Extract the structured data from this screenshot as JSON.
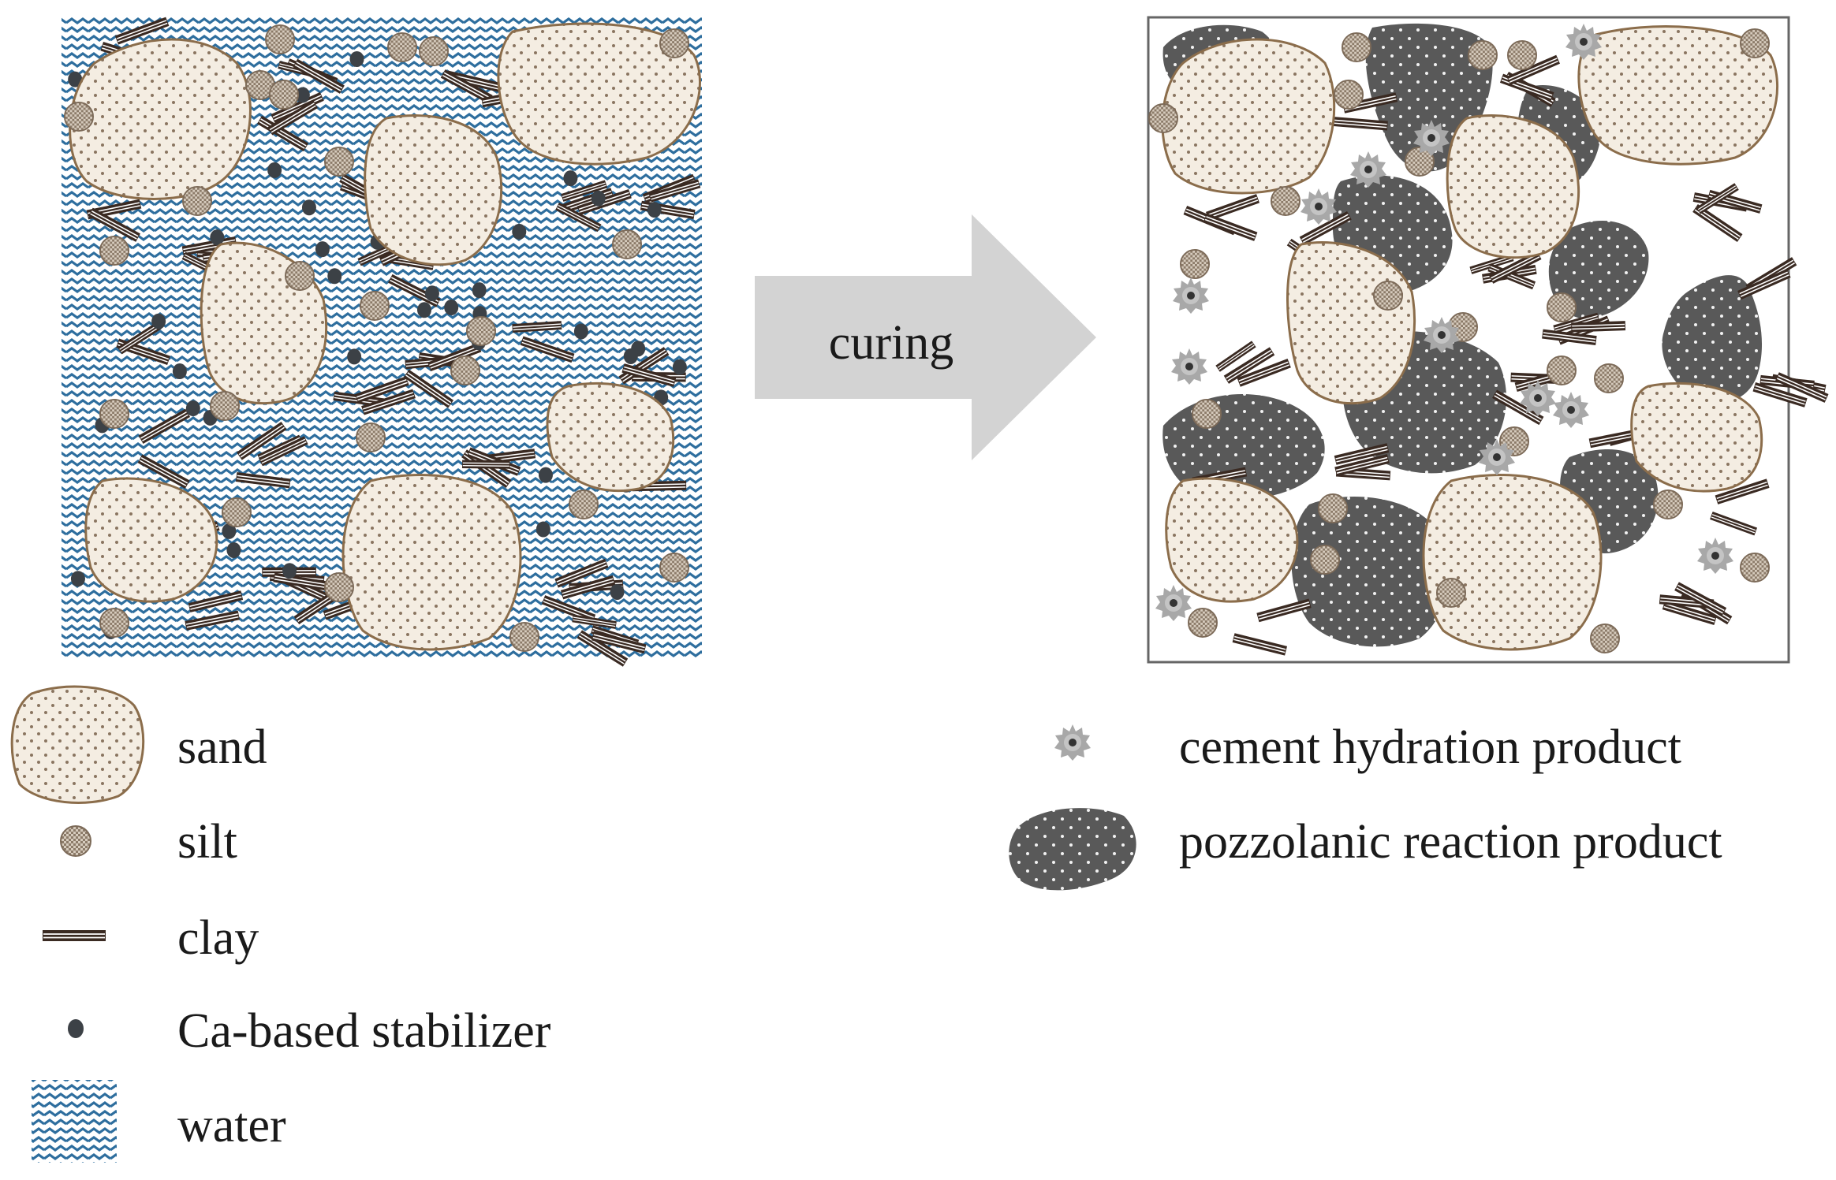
{
  "arrow": {
    "label": "curing"
  },
  "legend": {
    "left": [
      {
        "key": "sand",
        "label": "sand",
        "icon": "sand-grain-icon"
      },
      {
        "key": "silt",
        "label": "silt",
        "icon": "silt-particle-icon"
      },
      {
        "key": "clay",
        "label": "clay",
        "icon": "clay-platelet-icon"
      },
      {
        "key": "stabilizer",
        "label": "Ca-based stabilizer",
        "icon": "stabilizer-dot-icon"
      },
      {
        "key": "water",
        "label": "water",
        "icon": "water-wave-icon"
      }
    ],
    "right": [
      {
        "key": "cement",
        "label": "cement hydration product",
        "icon": "cement-hydration-icon"
      },
      {
        "key": "pozzolanic",
        "label": "pozzolanic reaction product",
        "icon": "pozzolanic-product-icon"
      }
    ]
  },
  "colors": {
    "sand_fill": "#f4ede2",
    "sand_outline": "#8b6d4b",
    "sand_dots": "#8a7560",
    "silt_fill": "#c8bdb0",
    "silt_outline": "#7c6a58",
    "clay_dark": "#3a2a22",
    "clay_light": "#ffffff",
    "stabilizer": "#3c4146",
    "water": "#2e6e9e",
    "cement_outer": "#a8a8a8",
    "cement_center": "#333333",
    "pozzolanic": "#595959",
    "arrow": "#d3d3d3",
    "frame": "#666666"
  }
}
